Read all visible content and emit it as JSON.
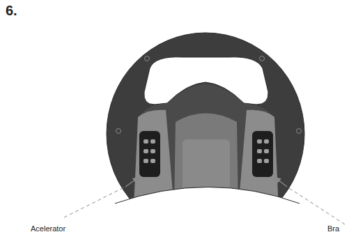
{
  "diagram": {
    "labels": [
      "6.",
      "Acelerator",
      "Bra"
    ]
  }
}
